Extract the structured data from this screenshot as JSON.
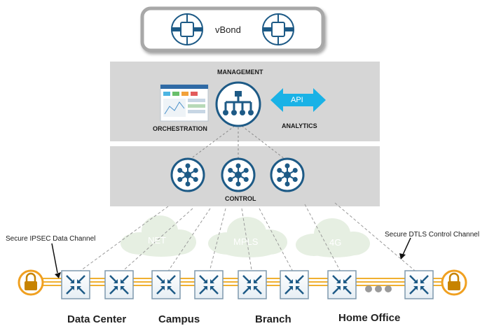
{
  "vbond": {
    "label": "vBond"
  },
  "management": {
    "title": "MANAGEMENT",
    "orchestration": "ORCHESTRATION",
    "analytics": "ANALYTICS",
    "api": "API"
  },
  "control": {
    "title": "CONTROL"
  },
  "transports": [
    "NET",
    "MPLS",
    "4G"
  ],
  "channels": {
    "ipsec": "Secure IPSEC Data Channel",
    "dtls": "Secure DTLS Control Channel"
  },
  "sites": [
    "Data Center",
    "Campus",
    "Branch",
    "Home Office"
  ],
  "colors": {
    "panel": "#d6d6d6",
    "icon_stroke": "#1d5a86",
    "api_arrow": "#1ab2e6",
    "lock_ring": "#f0a020",
    "link": "#f0b030",
    "cloud": "#e6efe2"
  },
  "icons": {
    "vbond": "orchestrator-icon",
    "management": "vmanage-hierarchy-icon",
    "control": "vsmart-hub-icon",
    "edge": "router-arrows-icon",
    "lock": "padlock-icon"
  }
}
